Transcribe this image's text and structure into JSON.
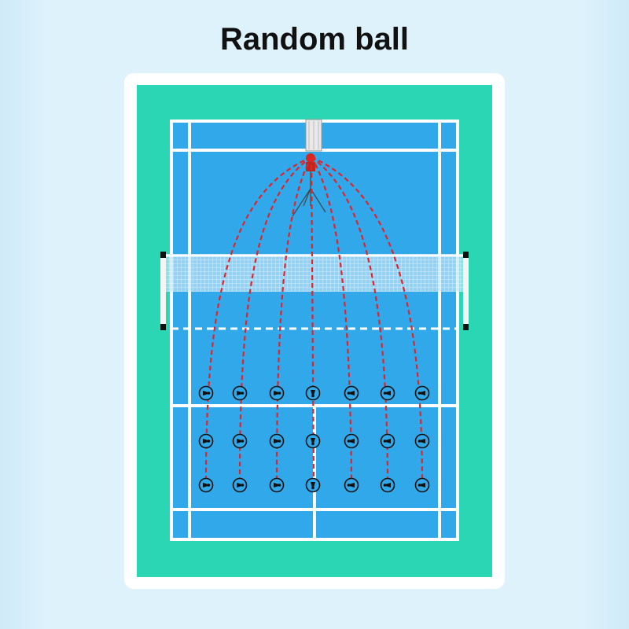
{
  "title": "Random ball",
  "colors": {
    "outer_court": "#2ad6b4",
    "court": "#31a8ea",
    "lines": "#ffffff",
    "trajectory": "#e0242b",
    "machine": "#d52b1e",
    "target_ring": "#111111"
  },
  "icons": {
    "machine": "ball-machine-icon",
    "target": "shuttlecock-target-icon"
  },
  "target_grid": {
    "rows": 3,
    "columns": 7
  }
}
